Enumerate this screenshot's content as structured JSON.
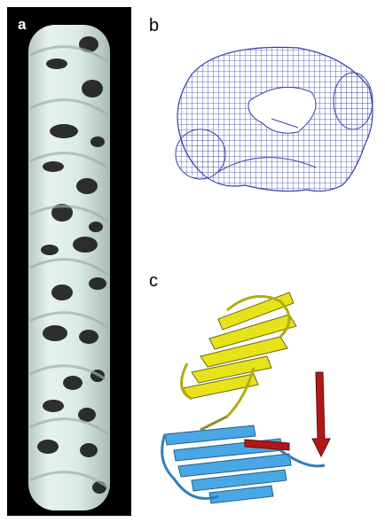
{
  "panels": {
    "a": {
      "label": "a",
      "icon": "helical-tube-density-map"
    },
    "b": {
      "label": "b",
      "icon": "mesh-density-map"
    },
    "c": {
      "label": "c",
      "icon": "protein-ribbon-structure"
    }
  },
  "colors": {
    "background_a": "#000000",
    "tube": "#dcebe8",
    "mesh": "#3a3fa8",
    "domain_yellow": "#e7e21a",
    "domain_blue": "#4aa7e6",
    "strand_red": "#b01818"
  }
}
